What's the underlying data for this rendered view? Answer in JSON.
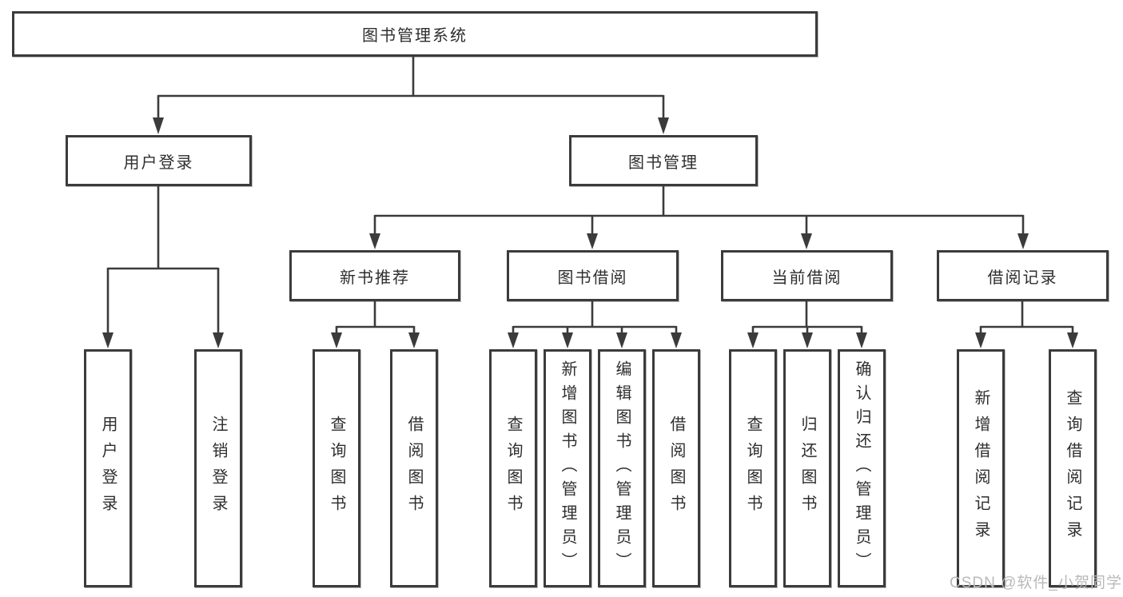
{
  "tree": {
    "label": "图书管理系统",
    "children": [
      {
        "label": "用户登录",
        "children": [
          {
            "label": "用户登录"
          },
          {
            "label": "注销登录"
          }
        ]
      },
      {
        "label": "图书管理",
        "children": [
          {
            "label": "新书推荐",
            "children": [
              {
                "label": "查询图书"
              },
              {
                "label": "借阅图书"
              }
            ]
          },
          {
            "label": "图书借阅",
            "children": [
              {
                "label": "查询图书"
              },
              {
                "label": "新增图书（管理员）"
              },
              {
                "label": "编辑图书（管理员）"
              },
              {
                "label": "借阅图书"
              }
            ]
          },
          {
            "label": "当前借阅",
            "children": [
              {
                "label": "查询图书"
              },
              {
                "label": "归还图书"
              },
              {
                "label": "确认归还（管理员）"
              }
            ]
          },
          {
            "label": "借阅记录",
            "children": [
              {
                "label": "新增借阅记录"
              },
              {
                "label": "查询借阅记录"
              }
            ]
          }
        ]
      }
    ]
  },
  "watermark": {
    "text": "CSDN @软件_小贺同学"
  },
  "colors": {
    "line": "#3b3b3b",
    "box_border": "#3b3b3b",
    "box_fill": "#ffffff",
    "text": "#2e2e2e",
    "watermark": "#b9b9b9"
  }
}
